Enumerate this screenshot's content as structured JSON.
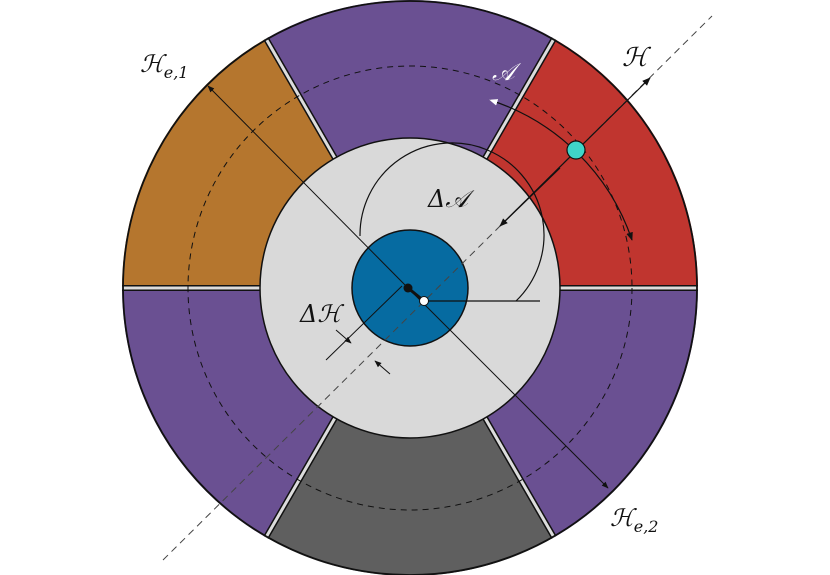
{
  "labels": {
    "he1": "ℋ",
    "he1_sub": "e,1",
    "h": "ℋ",
    "a": "𝒜",
    "delta_a": "Δ𝒜",
    "delta_h": "Δℋ",
    "he2": "ℋ",
    "he2_sub": "e,2"
  },
  "colors": {
    "purple": "#6a5092",
    "orange": "#b5762e",
    "red": "#c0352f",
    "gray_dark": "#5f5f5f",
    "inner_gray": "#d9d9d9",
    "blue": "#066ba1",
    "cyan": "#3fd5c9",
    "outline": "#111111"
  }
}
